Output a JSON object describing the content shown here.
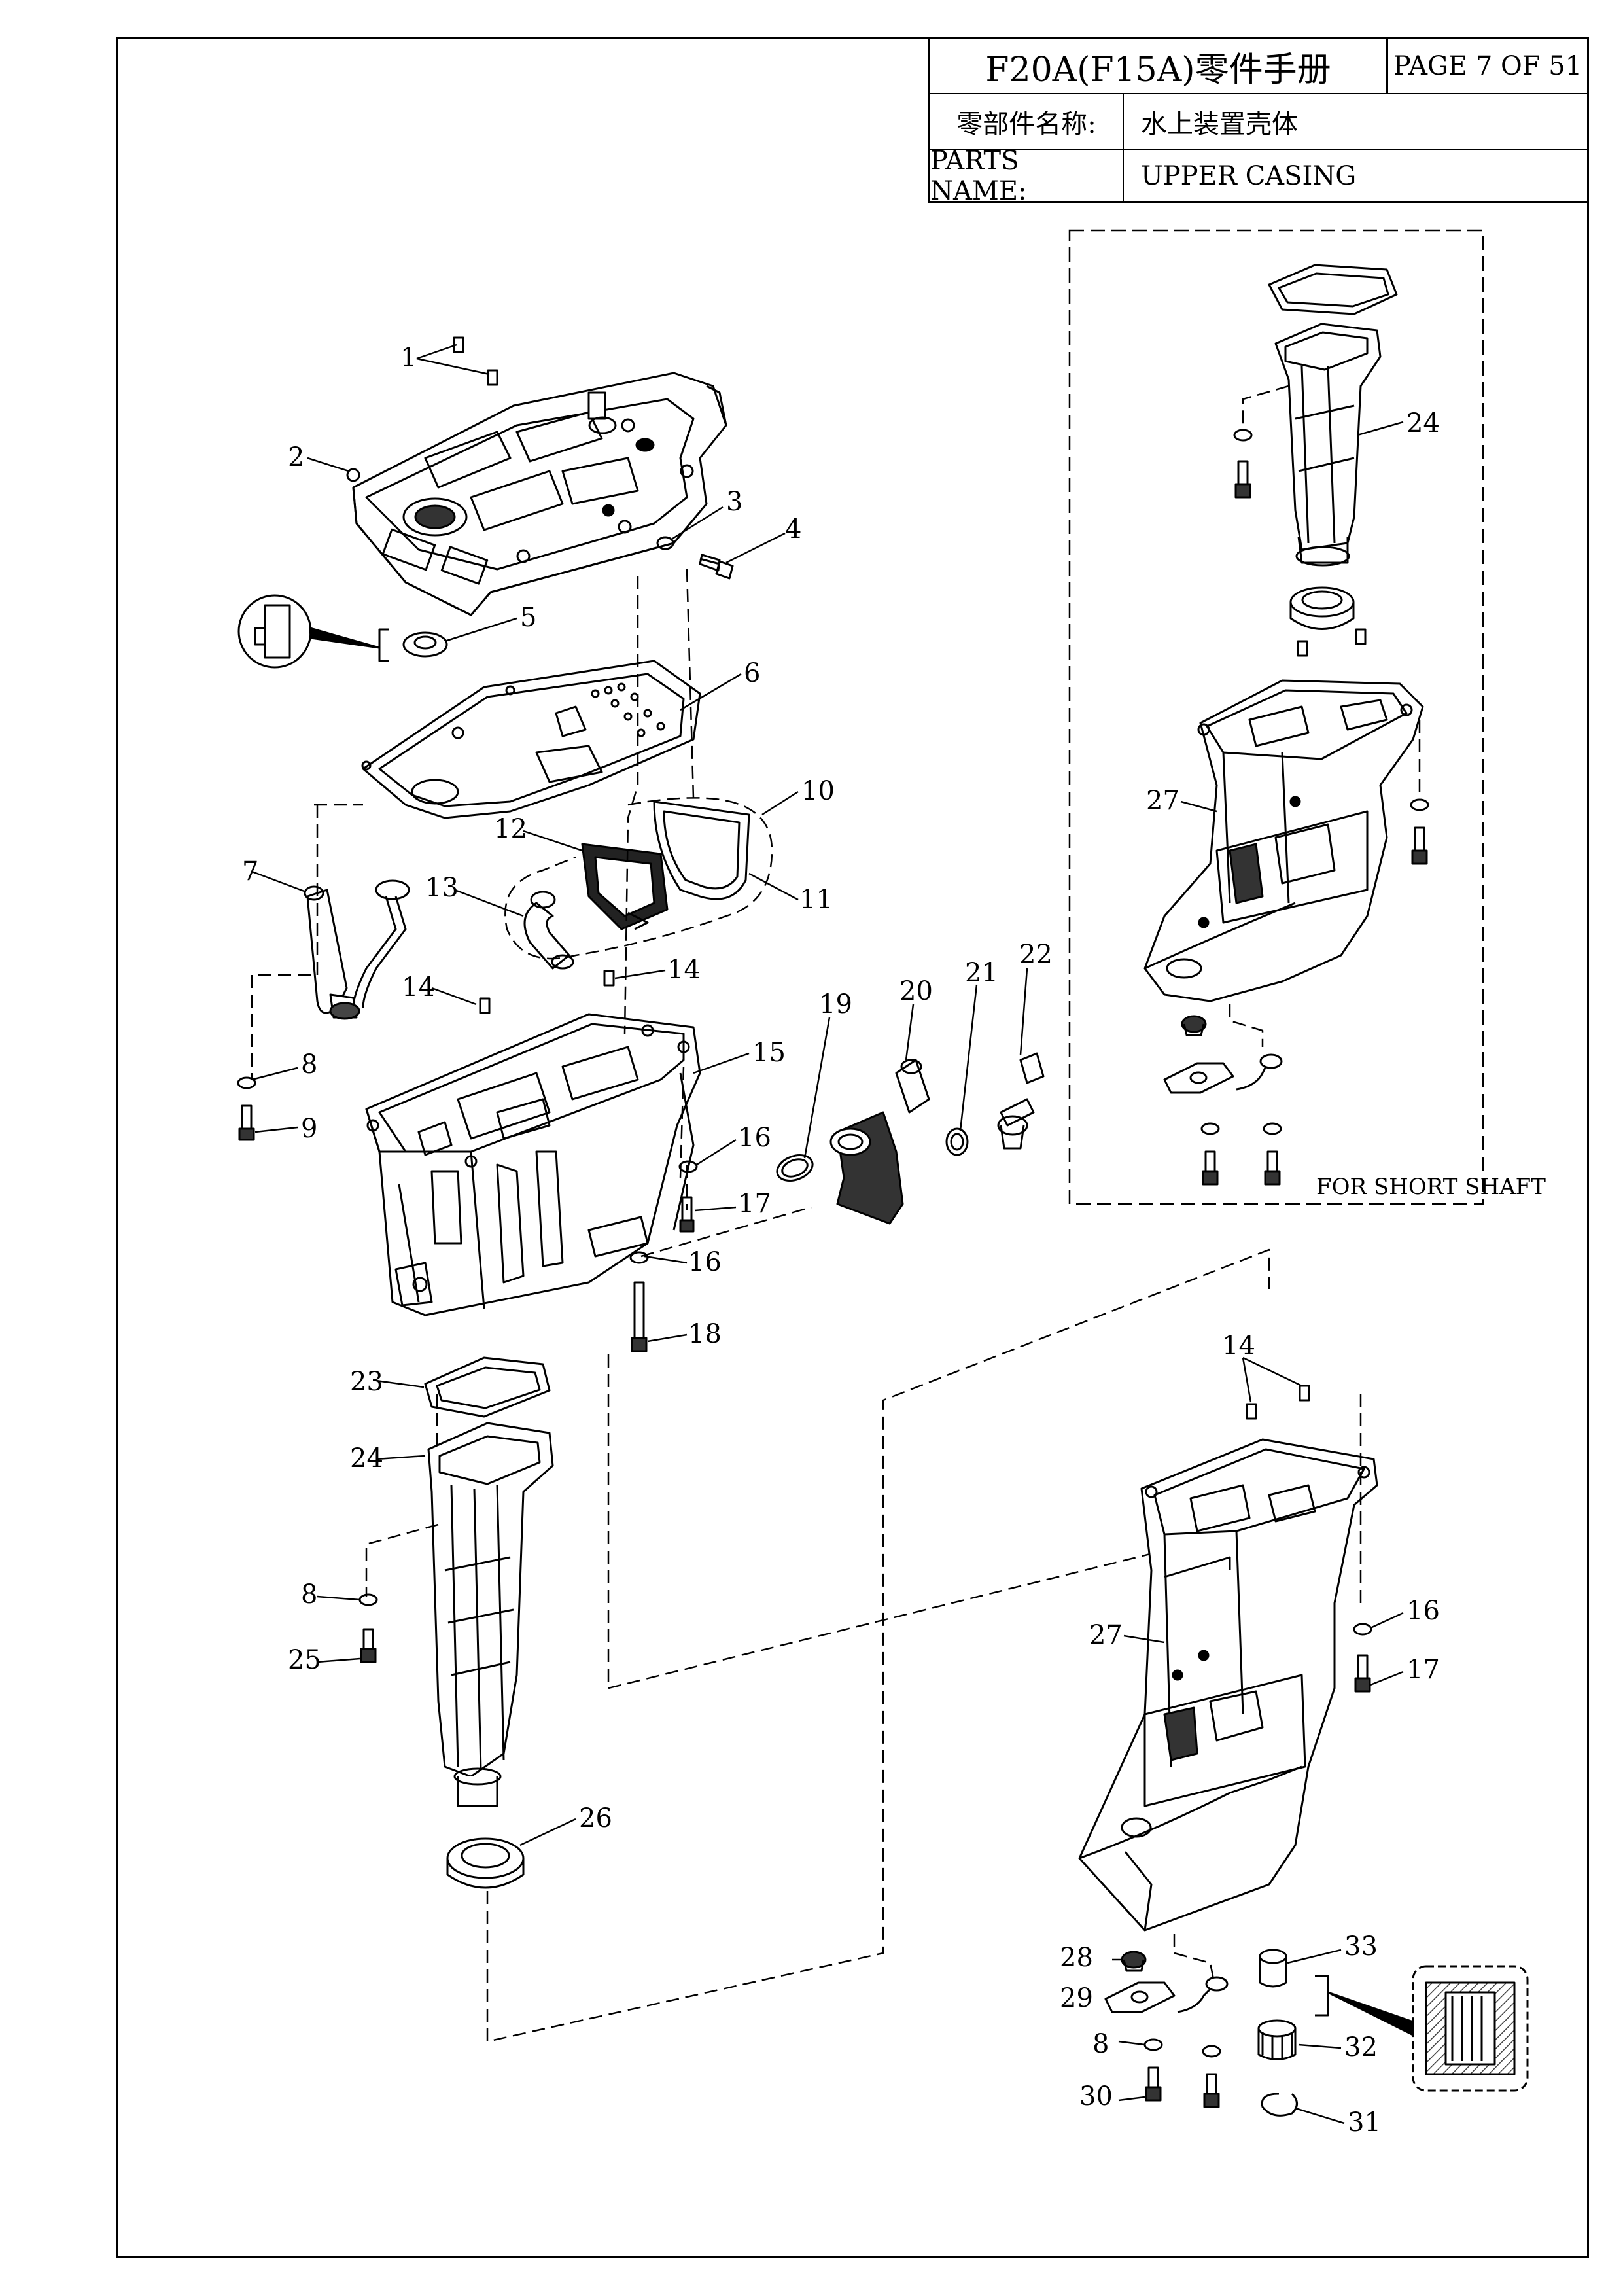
{
  "header": {
    "title": "F20A(F15A)零件手册",
    "page": "PAGE 7 OF 51",
    "part_name_label_cn": "零部件名称:",
    "part_name_value_cn": "水上装置壳体",
    "parts_name_label": "PARTS NAME:",
    "parts_name_value": "UPPER CASING"
  },
  "note": "FOR SHORT SHAFT",
  "callouts": [
    "1",
    "2",
    "3",
    "4",
    "5",
    "6",
    "7",
    "8",
    "9",
    "10",
    "11",
    "12",
    "13",
    "14",
    "14",
    "14",
    "15",
    "16",
    "16",
    "16",
    "17",
    "17",
    "18",
    "19",
    "20",
    "21",
    "22",
    "23",
    "24",
    "24",
    "8",
    "25",
    "26",
    "27",
    "27",
    "28",
    "29",
    "8",
    "30",
    "31",
    "32",
    "33"
  ]
}
